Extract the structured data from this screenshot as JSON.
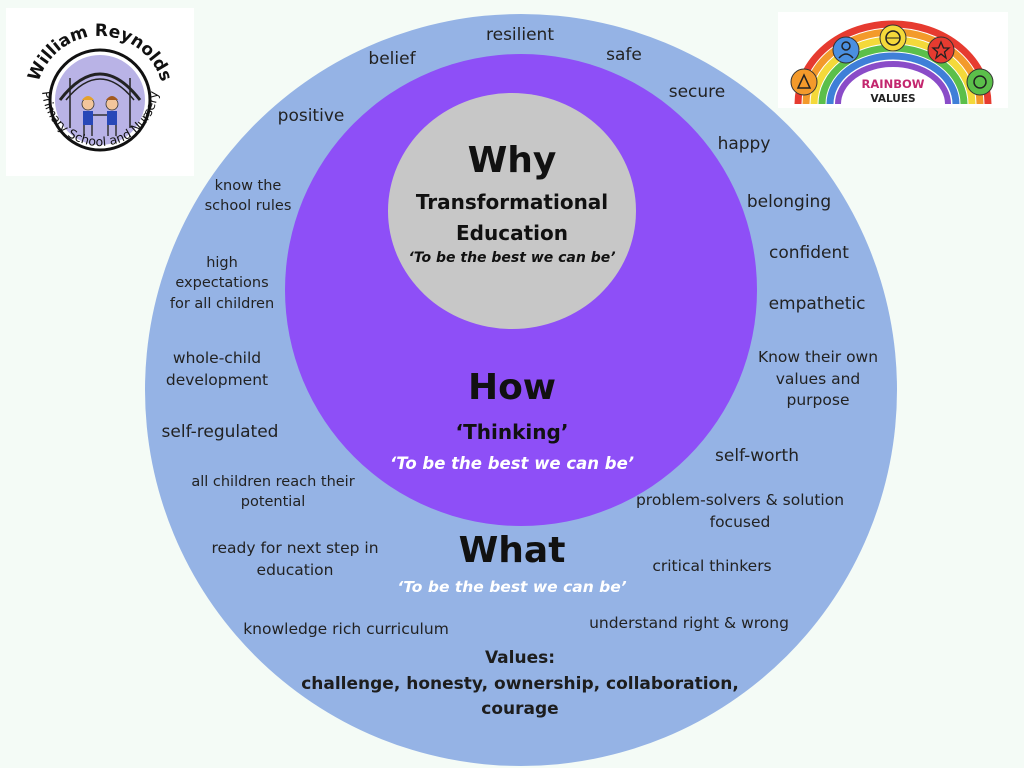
{
  "school_logo": {
    "text_top": "William Reynolds",
    "text_bottom": "Primary School and Nursery"
  },
  "rainbow_logo": {
    "brand_first": "RAINBOW",
    "brand_second": "VALUES"
  },
  "core": {
    "why_title": "Why",
    "why_subtitle_line1": "Transformational",
    "why_subtitle_line2": "Education",
    "why_motto": "‘To be the best we can be’"
  },
  "middle": {
    "how_title": "How",
    "how_subtitle": "‘Thinking’",
    "how_motto": "‘To be the best we can be’"
  },
  "outer": {
    "what_title": "What",
    "what_motto": "‘To be the best we can be’",
    "values_label": "Values:",
    "values_line1": "challenge, honesty, ownership, collaboration,",
    "values_line2": "courage"
  },
  "words": {
    "resilient": "resilient",
    "belief": "belief",
    "safe": "safe",
    "secure": "secure",
    "positive": "positive",
    "happy": "happy",
    "know_rules_1": "know the",
    "know_rules_2": "school rules",
    "belonging": "belonging",
    "confident": "confident",
    "high_1": "high",
    "high_2": "expectations",
    "high_3": "for all children",
    "empathetic": "empathetic",
    "whole_1": "whole-child",
    "whole_2": "development",
    "values_own_1": "Know their own",
    "values_own_2": "values and",
    "values_own_3": "purpose",
    "self_regulated": "self-regulated",
    "self_worth": "self-worth",
    "potential_1": "all children reach their",
    "potential_2": "potential",
    "problem_1": "problem-solvers & solution",
    "problem_2": "focused",
    "next_step_1": "ready for next step in",
    "next_step_2": "education",
    "critical": "critical thinkers",
    "knowledge": "knowledge rich curriculum",
    "right_wrong": "understand right & wrong"
  }
}
